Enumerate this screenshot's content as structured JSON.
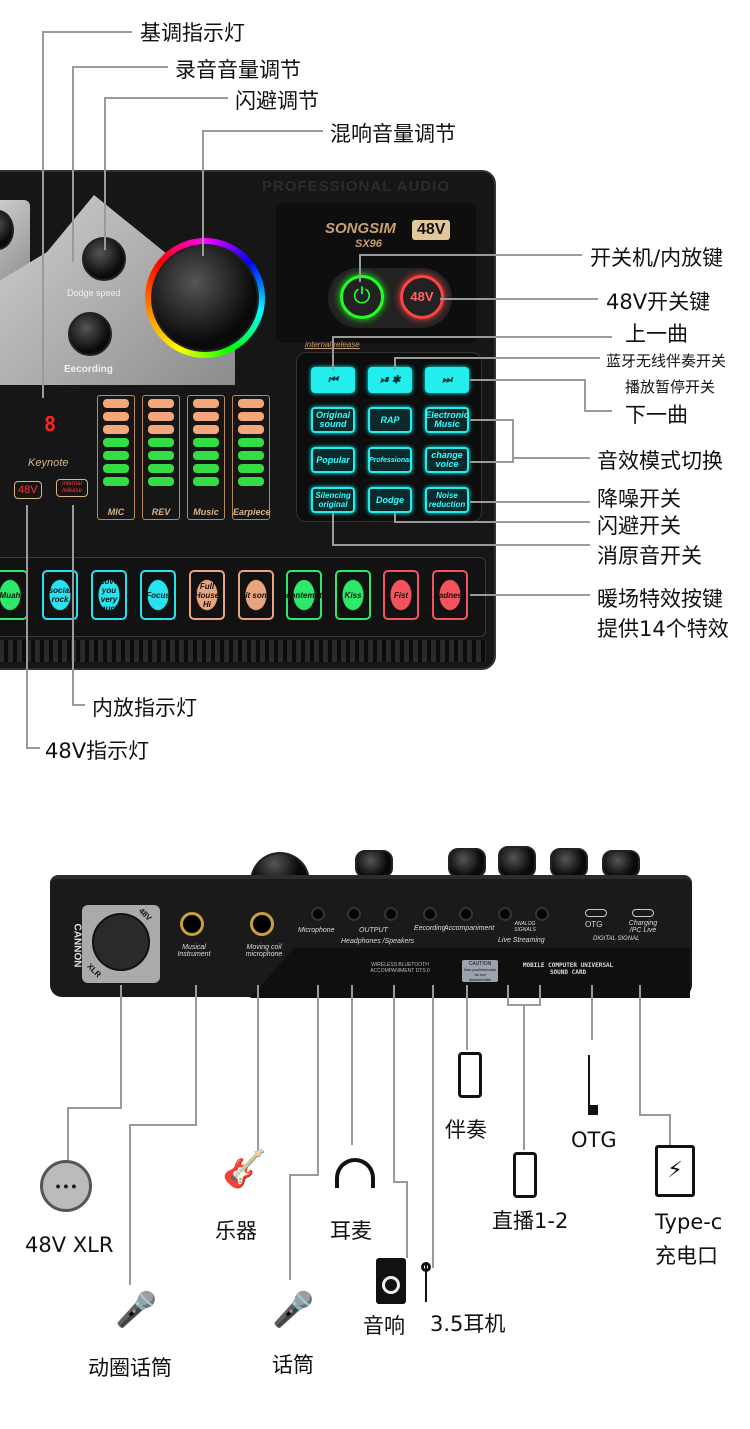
{
  "top_callouts": {
    "keynote_indicator": "基调指示灯",
    "recording_volume": "录音音量调节",
    "dodge_adjust": "闪避调节",
    "reverb_volume": "混响音量调节",
    "power_internal": "开关机/内放键",
    "phantom_switch": "48V开关键",
    "previous_track": "上一曲",
    "bluetooth_switch": "蓝牙无线伴奏开关",
    "play_pause": "播放暂停开关",
    "next_track": "下一曲",
    "effect_mode": "音效模式切换",
    "noise_reduction": "降噪开关",
    "dodge_switch": "闪避开关",
    "vocal_removal": "消原音开关",
    "warmup_effects": "暖场特效按键",
    "effects_count": "提供14个特效",
    "internal_indicator": "内放指示灯",
    "phantom_indicator": "48V指示灯"
  },
  "device_top": {
    "brand_text": "PROFESSIONAL AUDIO",
    "logo": "SONGSIM",
    "model": "SX96",
    "badge": "48V",
    "dodge_speed": "Dodge speed",
    "recording": "Eecording",
    "keynote": "Keynote",
    "keynote_digit": "8",
    "ind_48v": "48V",
    "ind_internal": "internal release",
    "internal_release_label": "internal release",
    "power_btn_48v": "48V",
    "meters": [
      "MIC",
      "REV",
      "Music",
      "Earpiece"
    ],
    "transport": [
      "⏮",
      "⏯ ✱",
      "⏭"
    ],
    "mode_buttons": [
      "Original sound",
      "RAP",
      "Electronic Music",
      "Popular",
      "Professional",
      "change voice",
      "Silencing original",
      "Dodge",
      "Noise reduction"
    ],
    "effects": [
      {
        "label": "Muah",
        "color": "#2ee86a"
      },
      {
        "label": "social rock",
        "color": "#27e3ef"
      },
      {
        "label": "Love you very much",
        "color": "#27e3ef"
      },
      {
        "label": "Focus",
        "color": "#27e3ef"
      },
      {
        "label": "Full House Hi",
        "color": "#e9a57e"
      },
      {
        "label": "pit song",
        "color": "#e9a57e"
      },
      {
        "label": "contempt",
        "color": "#2ee86a"
      },
      {
        "label": "Kiss",
        "color": "#2ee86a"
      },
      {
        "label": "Fist",
        "color": "#f4535e"
      },
      {
        "label": "Sadness",
        "color": "#f4535e"
      }
    ]
  },
  "device_back": {
    "cannon": "CANNON",
    "xlr": "XLR",
    "v48": "48V",
    "ports": {
      "instrument": "Musical Instrument",
      "moving_coil": "Moving coil microphone",
      "microphone": "Microphone",
      "output": "OUTPUT",
      "headphones": "Headphones /Speakers",
      "recording": "Eecording",
      "accompaniment": "Accompaniment",
      "analog": "ANALOG SIGNALS",
      "live": "Live Streaming",
      "otg": "OTG",
      "charging": "Charging /PC Live",
      "digital": "DIGITAL SIGNAL"
    },
    "wireless": "WIRELESS BLUETOOTH ACCOMPANIMENT DTS.0",
    "caution": "CAUTION",
    "caution_note": "Non-professionals do not disassemble",
    "universal": "MOBILE COMPUTER UNIVERSAL SOUND CARD"
  },
  "bottom_callouts": {
    "xlr": "48V XLR",
    "dynamic_mic": "动圈话筒",
    "instrument": "乐器",
    "mic": "话筒",
    "headset": "耳麦",
    "speaker": "音响",
    "earphone": "3.5耳机",
    "accompaniment": "伴奏",
    "live": "直播1-2",
    "otg": "OTG",
    "typec": "Type-c",
    "charging": "充电口"
  }
}
